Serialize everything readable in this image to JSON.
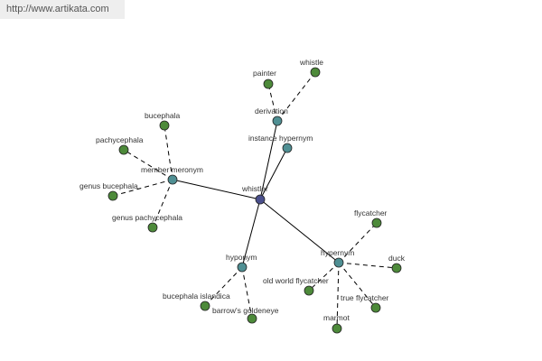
{
  "header": {
    "source_url": "http://www.artikata.com"
  },
  "colors": {
    "center": "#4a4f8c",
    "relation": "#4f8f93",
    "leaf": "#4d8a3a"
  },
  "graph": {
    "center": {
      "label": "whistler"
    },
    "relations": [
      {
        "key": "derivation",
        "label": "derivation",
        "leaves": [
          {
            "label": "painter"
          },
          {
            "label": "whistle"
          }
        ]
      },
      {
        "key": "instance_hypernym",
        "label": "instance hypernym",
        "leaves": []
      },
      {
        "key": "member_meronym",
        "label": "member meronym",
        "leaves": [
          {
            "label": "bucephala"
          },
          {
            "label": "pachycephala"
          },
          {
            "label": "genus bucephala"
          },
          {
            "label": "genus pachycephala"
          }
        ]
      },
      {
        "key": "hyponym",
        "label": "hyponym",
        "leaves": [
          {
            "label": "bucephala islandica"
          },
          {
            "label": "barrow's goldeneye"
          }
        ]
      },
      {
        "key": "hypernym",
        "label": "hypernym",
        "leaves": [
          {
            "label": "flycatcher"
          },
          {
            "label": "duck"
          },
          {
            "label": "old world flycatcher"
          },
          {
            "label": "true flycatcher"
          },
          {
            "label": "marmot"
          }
        ]
      }
    ]
  }
}
